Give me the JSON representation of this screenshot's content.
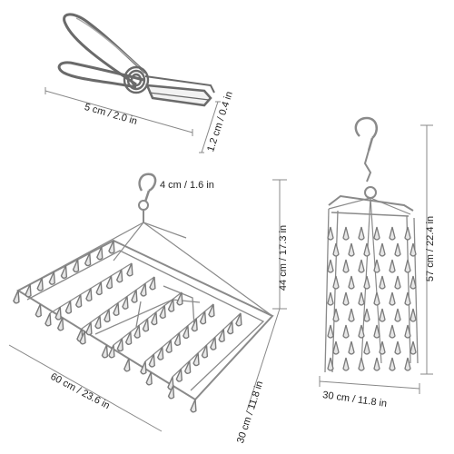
{
  "labels": {
    "clip_length": "5 cm / 2.0 in",
    "clip_width": "1.2 cm / 0.4 in",
    "hook_size": "4 cm / 1.6 in",
    "rack_height": "44 cm / 17.3 in",
    "rack_length": "60 cm / 23.6 in",
    "rack_depth": "30 cm / 11.8 in",
    "folded_height": "57 cm / 22.4 in",
    "folded_width": "30 cm / 11.8 in"
  },
  "colors": {
    "metal": "#9a9a9a",
    "metal_dark": "#5e5e5e",
    "metal_light": "#d9d9d9",
    "dimension_line": "#888888",
    "text": "#222222"
  },
  "icons": [
    "clothespin",
    "hook",
    "hanging-rack",
    "folded-rack"
  ]
}
